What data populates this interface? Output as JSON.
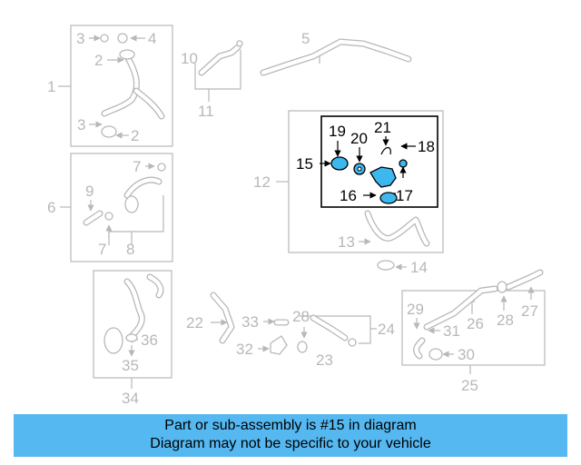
{
  "callouts": [
    "1",
    "2",
    "3",
    "4",
    "5",
    "6",
    "7",
    "8",
    "9",
    "10",
    "11",
    "12",
    "13",
    "14",
    "15",
    "16",
    "17",
    "18",
    "19",
    "20",
    "21",
    "22",
    "23",
    "24",
    "25",
    "26",
    "27",
    "28",
    "29",
    "30",
    "31",
    "32",
    "33",
    "34",
    "35",
    "36"
  ],
  "highlight_part": "15",
  "colors": {
    "accent": "#55b8f0",
    "part_highlight": "#3db8ee",
    "line_gray": "#b8b8b8",
    "highlight_line": "#000000"
  },
  "footer": {
    "line1": "Part or sub-assembly is #15 in diagram",
    "line2": "Diagram may not be specific to your vehicle"
  }
}
